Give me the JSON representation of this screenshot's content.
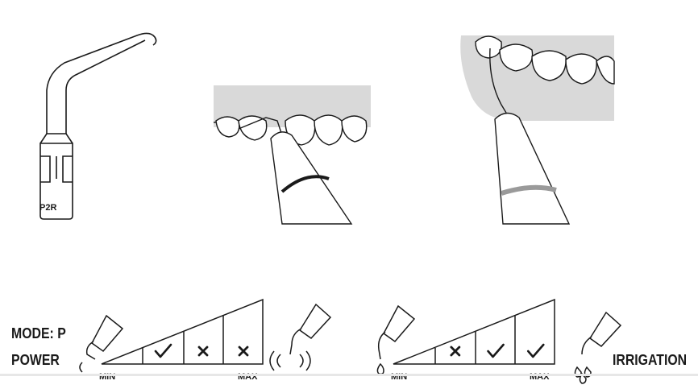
{
  "tip": {
    "name": "P2R"
  },
  "mode": {
    "label": "MODE: P"
  },
  "power": {
    "label": "POWER",
    "min_label": "MIN",
    "max_label": "MAX",
    "settings": [
      "check",
      "cross",
      "cross"
    ]
  },
  "irrigation": {
    "label": "IRRIGATION",
    "min_label": "MIN",
    "max_label": "MAX",
    "settings": [
      "cross",
      "check",
      "check"
    ]
  },
  "colors": {
    "line": "#1a1a1a",
    "gum": "#d9d9d9",
    "handpiece_band": "#9a9a9a"
  }
}
